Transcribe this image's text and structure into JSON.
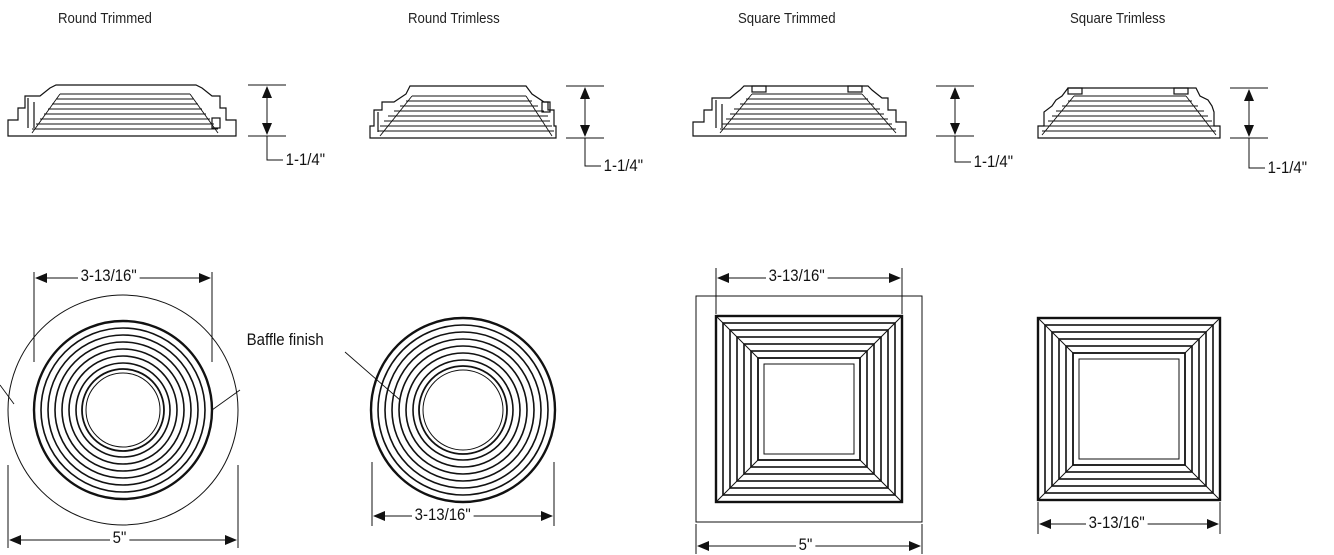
{
  "titles": {
    "round_trimmed": "Round Trimmed",
    "round_trimless": "Round Trimless",
    "square_trimmed": "Square Trimmed",
    "square_trimless": "Square Trimless"
  },
  "dimensions": {
    "height": "1-1/4\"",
    "inner_width": "3-13/16\"",
    "outer_width": "5\""
  },
  "callouts": {
    "baffle_finish": "Baffle finish"
  },
  "colors": {
    "line": "#111111",
    "background": "#ffffff"
  }
}
